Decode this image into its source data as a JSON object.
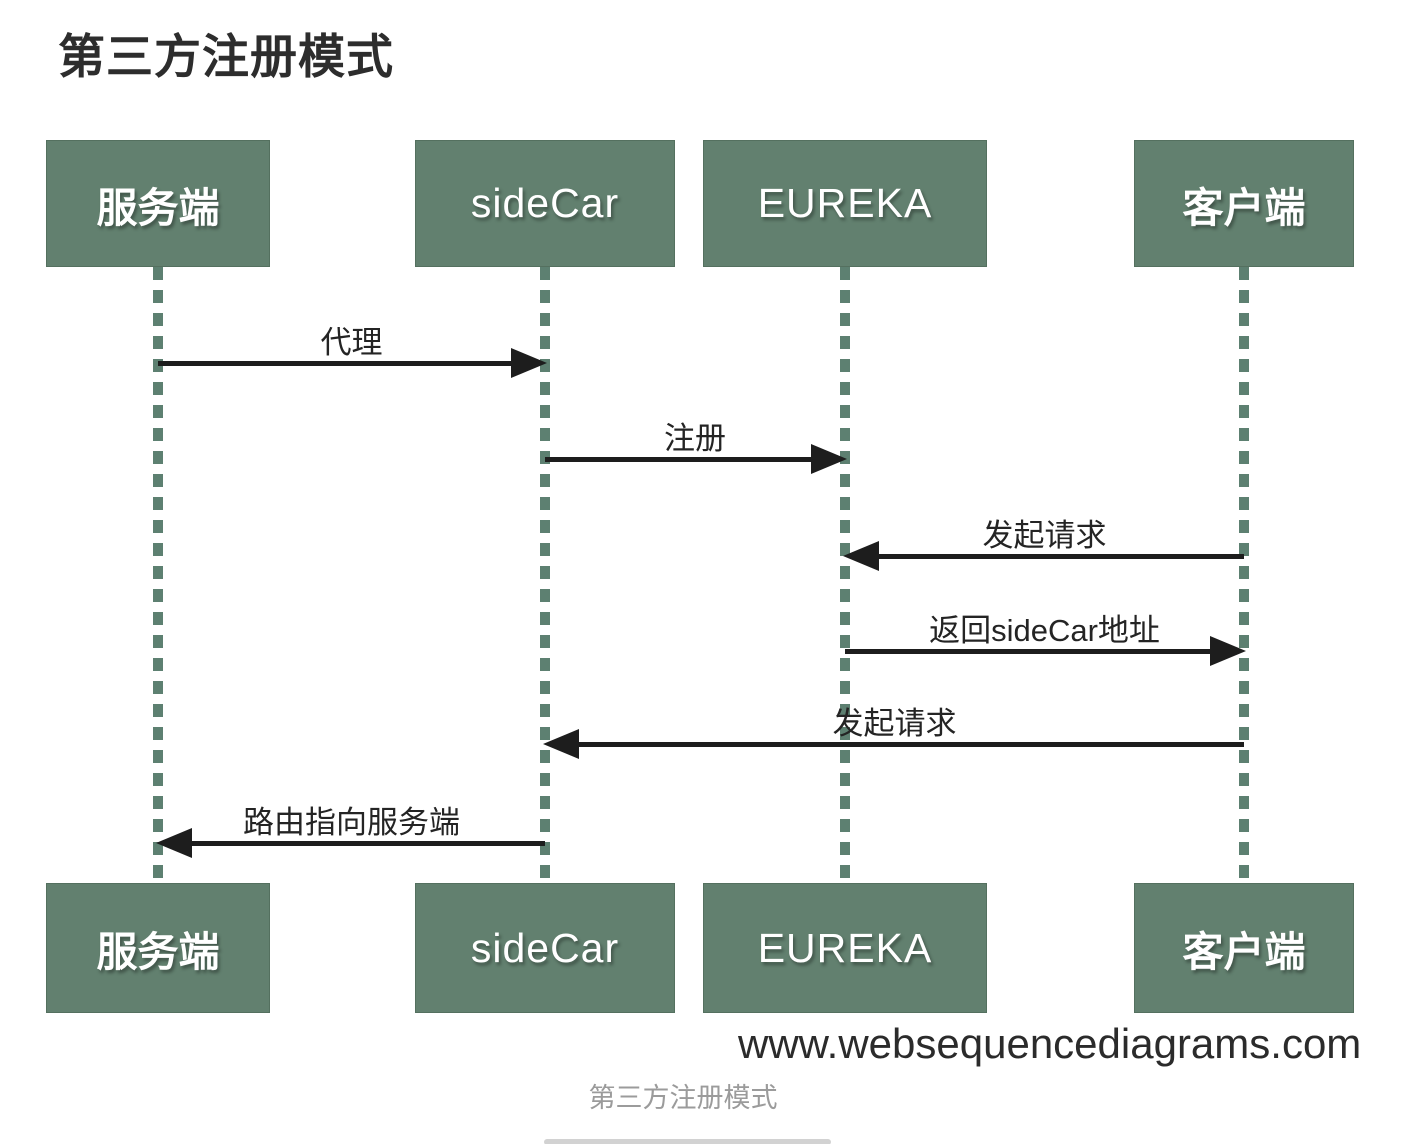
{
  "page": {
    "title": "第三方注册模式",
    "caption": "第三方注册模式",
    "watermark": "www.websequencediagrams.com"
  },
  "diagram": {
    "type": "sequence",
    "participants": [
      {
        "id": "server",
        "name": "服务端"
      },
      {
        "id": "sidecar",
        "name": "sideCar"
      },
      {
        "id": "eureka",
        "name": "EUREKA"
      },
      {
        "id": "client",
        "name": "客户端"
      }
    ],
    "messages": [
      {
        "from": "服务端",
        "to": "sideCar",
        "label": "代理"
      },
      {
        "from": "sideCar",
        "to": "EUREKA",
        "label": "注册"
      },
      {
        "from": "客户端",
        "to": "EUREKA",
        "label": "发起请求"
      },
      {
        "from": "EUREKA",
        "to": "客户端",
        "label": "返回sideCar地址"
      },
      {
        "from": "客户端",
        "to": "sideCar",
        "label": "发起请求"
      },
      {
        "from": "sideCar",
        "to": "服务端",
        "label": "路由指向服务端"
      }
    ],
    "colors": {
      "participant_box": "#62806f",
      "lifeline": "#5d8071",
      "arrow": "#1d1d1d",
      "title_text": "#2d2d2d",
      "caption_text": "#9b9b9b"
    }
  }
}
